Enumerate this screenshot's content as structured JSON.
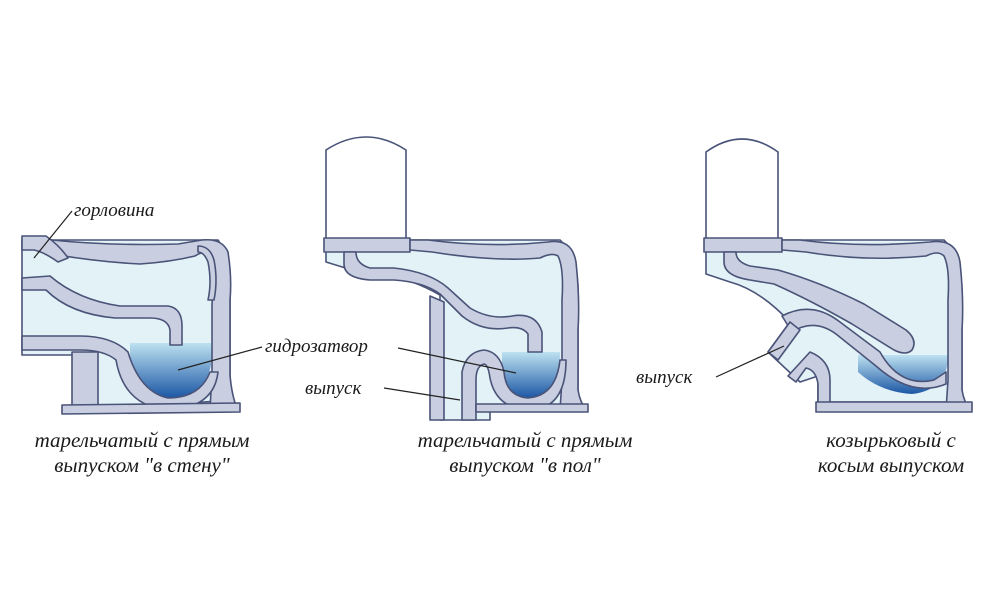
{
  "colors": {
    "body_fill": "#e3f2f7",
    "wall_fill": "#c9cfe0",
    "wall_stroke": "#4a5378",
    "water_light": "#bde1f0",
    "water_dark": "#1c57a5",
    "tank_fill": "#ffffff",
    "leader_line": "#222222"
  },
  "labels": {
    "neck": "горловина",
    "water_seal": "гидрозатвор",
    "outlet_center": "выпуск",
    "outlet_right": "выпуск"
  },
  "captions": {
    "left": {
      "line1": "тарельчатый с прямым",
      "line2": "выпуском \"в стену\""
    },
    "center": {
      "line1": "тарельчатый с прямым",
      "line2": "выпуском \"в пол\""
    },
    "right": {
      "line1": "козырьковый с",
      "line2": "косым выпуском"
    }
  }
}
